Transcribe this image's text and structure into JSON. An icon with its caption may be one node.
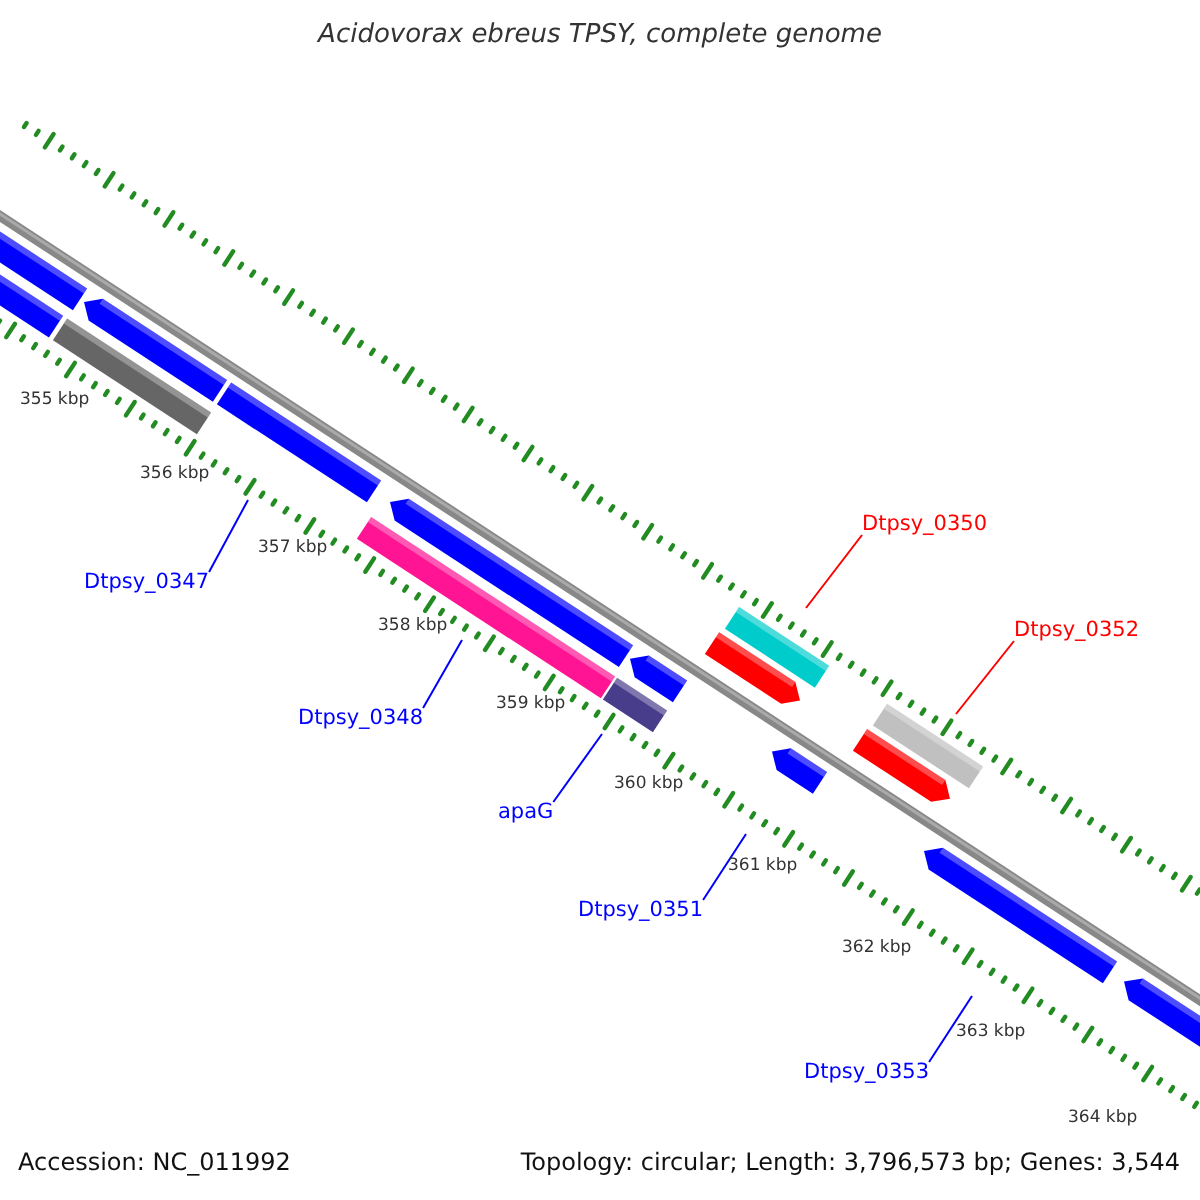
{
  "diagram": {
    "title": "Acidovorax ebreus TPSY, complete genome",
    "nodes": [
      {
        "text": [
          "Dtpsy_0350"
        ]
      },
      {
        "text": [
          "Dtpsy_0347"
        ]
      },
      {
        "text": [
          "Dtpsy_0352"
        ]
      },
      {
        "text": [
          "Dtpsy_0348"
        ]
      },
      {
        "text": [
          "apaG"
        ]
      },
      {
        "text": [
          "Dtpsy_0351"
        ]
      },
      {
        "text": [
          "Dtpsy_0353"
        ]
      }
    ],
    "edges": [
      {
        "from": 0,
        "to": null,
        "arrow": "none",
        "color": "#ff0000"
      },
      {
        "from": 1,
        "to": null,
        "arrow": "none"
      },
      {
        "from": 2,
        "to": null,
        "arrow": "none",
        "color": "#ff0000"
      },
      {
        "from": 3,
        "to": null,
        "arrow": "none"
      },
      {
        "from": 4,
        "to": null,
        "arrow": "none"
      },
      {
        "from": 5,
        "to": null,
        "arrow": "none"
      },
      {
        "from": 6,
        "to": null,
        "arrow": "none"
      }
    ],
    "labels": [
      "355 kbp",
      "356 kbp",
      "357 kbp",
      "358 kbp",
      "359 kbp",
      "360 kbp",
      "361 kbp",
      "362 kbp",
      "363 kbp",
      "364 kbp",
      "Accession: NC_011992",
      "Topology: circular; Length: 3,796,573 bp; Genes: 3,544"
    ]
  }
}
